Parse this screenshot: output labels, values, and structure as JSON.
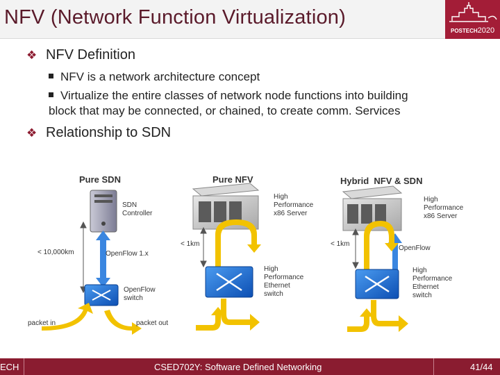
{
  "slide": {
    "title": "NFV (Network Function Virtualization)",
    "logo": {
      "brand": "POSTECH",
      "year": "2020"
    }
  },
  "bullets": [
    {
      "text": "NFV Definition",
      "sub": [
        "NFV is a network architecture concept",
        "Virtualize the entire classes of network node functions into building",
        "block that may be connected, or chained, to create comm. Services"
      ]
    },
    {
      "text": "Relationship to SDN"
    }
  ],
  "diagram": {
    "pure_sdn": {
      "heading": "Pure SDN",
      "controller_line1": "SDN",
      "controller_line2": "Controller",
      "distance": "< 10,000km",
      "protocol": "OpenFlow 1.x",
      "switch_line1": "OpenFlow",
      "switch_line2": "switch",
      "packet_in": "packet in",
      "packet_out": "packet out"
    },
    "pure_nfv": {
      "heading": "Pure NFV",
      "server_line1": "High",
      "server_line2": "Performance",
      "server_line3": "x86 Server",
      "distance": "< 1km",
      "switch_line1": "High",
      "switch_line2": "Performance",
      "switch_line3": "Ethernet",
      "switch_line4": "switch"
    },
    "hybrid": {
      "heading": "Hybrid  NFV & SDN",
      "server_line1": "High",
      "server_line2": "Performance",
      "server_line3": "x86 Server",
      "distance": "< 1km",
      "protocol": "OpenFlow",
      "switch_line1": "High",
      "switch_line2": "Performance",
      "switch_line3": "Ethernet",
      "switch_line4": "switch"
    }
  },
  "footer": {
    "left": "ECH",
    "course": "CSED702Y: Software Defined Networking",
    "page": "41/44"
  },
  "colors": {
    "brand": "#8a1c30",
    "title": "#5a1a2a",
    "switch_blue": "#1f6fd1",
    "arrow_yellow": "#f2c200"
  }
}
